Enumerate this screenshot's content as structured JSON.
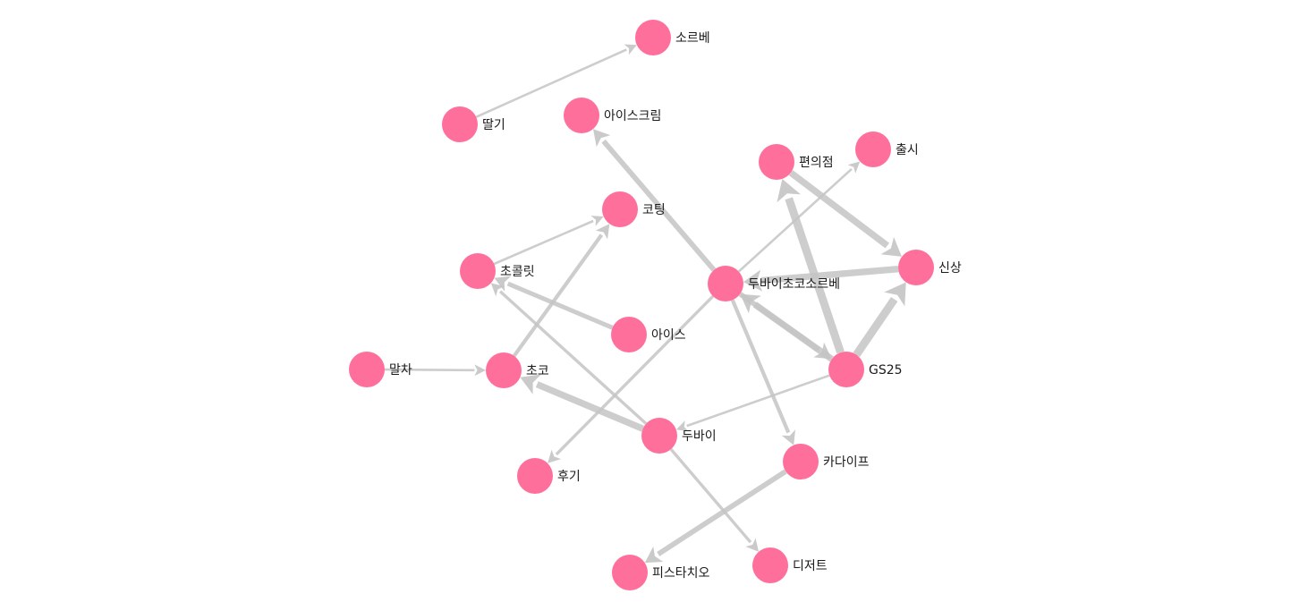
{
  "colors": {
    "node": "#ff6f9c",
    "edge": "#c4c4c4",
    "label": "#1a1a1a"
  },
  "nodes": [
    {
      "id": "sorbe",
      "label": "소르베"
    },
    {
      "id": "ttalgi",
      "label": "딸기"
    },
    {
      "id": "icecream",
      "label": "아이스크림"
    },
    {
      "id": "pyeonuijeom",
      "label": "편의점"
    },
    {
      "id": "chulsi",
      "label": "출시"
    },
    {
      "id": "koting",
      "label": "코팅"
    },
    {
      "id": "chokollit",
      "label": "초콜릿"
    },
    {
      "id": "dubaichocosorbe",
      "label": "두바이초코소르베"
    },
    {
      "id": "sinsang",
      "label": "신상"
    },
    {
      "id": "ice",
      "label": "아이스"
    },
    {
      "id": "matcha",
      "label": "말차"
    },
    {
      "id": "choco",
      "label": "초코"
    },
    {
      "id": "gs25",
      "label": "GS25"
    },
    {
      "id": "dubai",
      "label": "두바이"
    },
    {
      "id": "kadaif",
      "label": "카다이프"
    },
    {
      "id": "hugi",
      "label": "후기"
    },
    {
      "id": "pistachio",
      "label": "피스타치오"
    },
    {
      "id": "dessert",
      "label": "디저트"
    }
  ],
  "edges": [
    {
      "source": "ttalgi",
      "target": "sorbe",
      "weight": 1
    },
    {
      "source": "dubaichocosorbe",
      "target": "icecream",
      "weight": 3
    },
    {
      "source": "dubaichocosorbe",
      "target": "chulsi",
      "weight": 1
    },
    {
      "source": "pyeonuijeom",
      "target": "sinsang",
      "weight": 4
    },
    {
      "source": "gs25",
      "target": "pyeonuijeom",
      "weight": 5
    },
    {
      "source": "gs25",
      "target": "sinsang",
      "weight": 5
    },
    {
      "source": "sinsang",
      "target": "dubaichocosorbe",
      "weight": 4
    },
    {
      "source": "gs25",
      "target": "dubaichocosorbe",
      "weight": 4
    },
    {
      "source": "dubaichocosorbe",
      "target": "gs25",
      "weight": 3
    },
    {
      "source": "chokollit",
      "target": "koting",
      "weight": 1
    },
    {
      "source": "choco",
      "target": "koting",
      "weight": 2
    },
    {
      "source": "ice",
      "target": "chokollit",
      "weight": 2.5
    },
    {
      "source": "dubai",
      "target": "chokollit",
      "weight": 1.5
    },
    {
      "source": "matcha",
      "target": "choco",
      "weight": 1
    },
    {
      "source": "dubai",
      "target": "choco",
      "weight": 4
    },
    {
      "source": "gs25",
      "target": "dubai",
      "weight": 1
    },
    {
      "source": "dubaichocosorbe",
      "target": "hugi",
      "weight": 1.5
    },
    {
      "source": "dubaichocosorbe",
      "target": "kadaif",
      "weight": 2
    },
    {
      "source": "kadaif",
      "target": "pistachio",
      "weight": 3
    },
    {
      "source": "dubai",
      "target": "dessert",
      "weight": 1.5
    }
  ]
}
